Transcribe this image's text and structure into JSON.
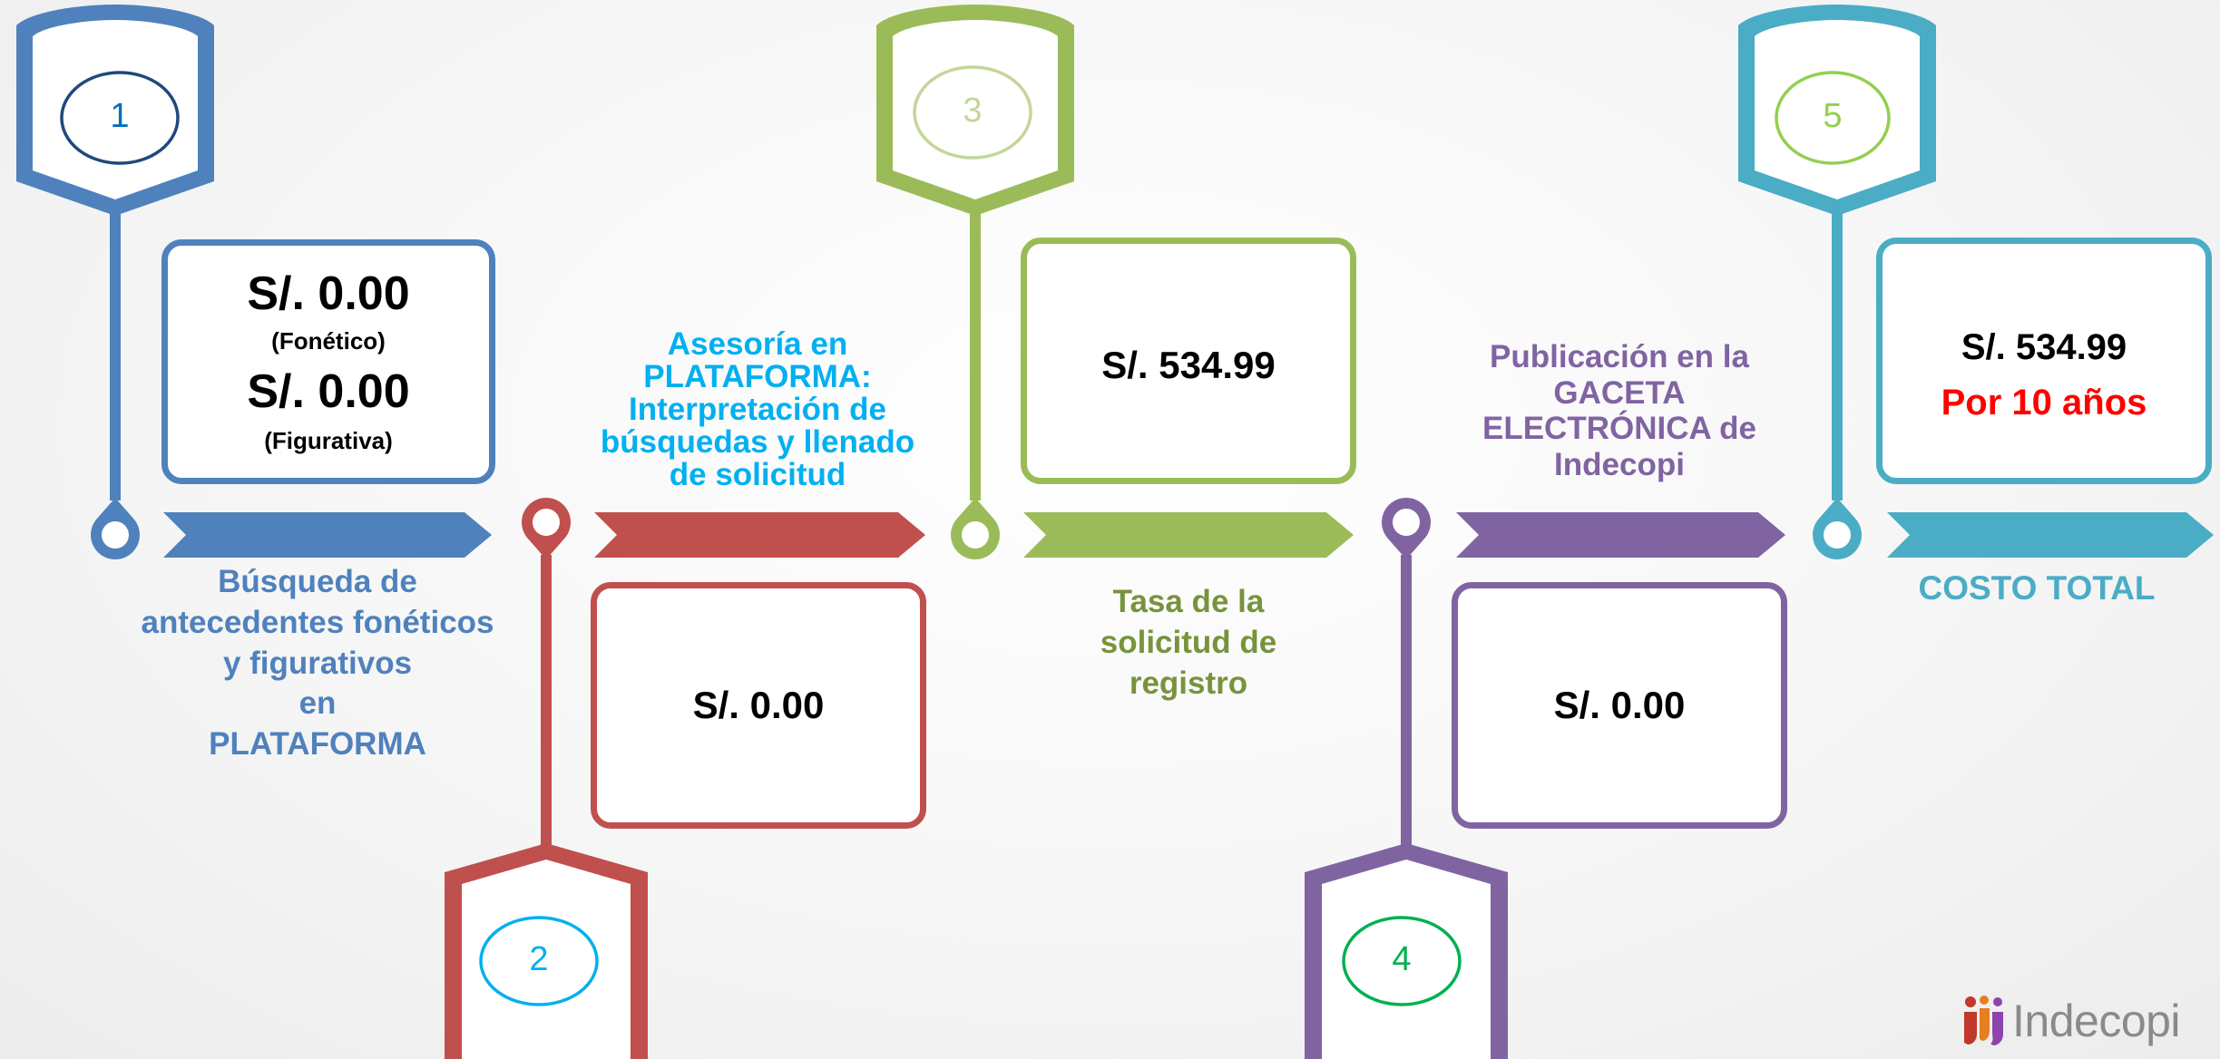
{
  "colors": {
    "step1": "#4f81bd",
    "step2": "#c0504d",
    "step3": "#9bbb59",
    "step4": "#8064a2",
    "step5": "#4bacc6",
    "step2_text": "#00b0f0",
    "step3_text": "#77933c",
    "step5_highlight": "#ff0000",
    "logo": "#8a8a8a"
  },
  "steps": [
    {
      "number": "1",
      "label": [
        "Búsqueda de",
        "antecedentes fonéticos",
        "y figurativos",
        "en",
        "PLATAFORMA"
      ],
      "cost_fonetico": "S/. 0.00",
      "cost_fonetico_note": "(Fonético)",
      "cost_figurativo": "S/. 0.00",
      "cost_figurativo_note": "(Figurativa)"
    },
    {
      "number": "2",
      "label": [
        "Asesoría en",
        "PLATAFORMA:",
        "Interpretación de",
        "búsquedas y llenado",
        "de solicitud"
      ],
      "cost": "S/. 0.00"
    },
    {
      "number": "3",
      "label": [
        "Tasa de la",
        "solicitud de",
        "registro"
      ],
      "cost": "S/. 534.99"
    },
    {
      "number": "4",
      "label": [
        "Publicación en la",
        "GACETA",
        "ELECTRÓNICA de",
        "Indecopi"
      ],
      "cost": "S/. 0.00"
    },
    {
      "number": "5",
      "label": [
        "COSTO TOTAL"
      ],
      "cost": "S/. 534.99",
      "cost_note": "Por 10 años"
    }
  ],
  "logo": {
    "text": "Indecopi",
    "icon": "indecopi-figures-icon"
  }
}
